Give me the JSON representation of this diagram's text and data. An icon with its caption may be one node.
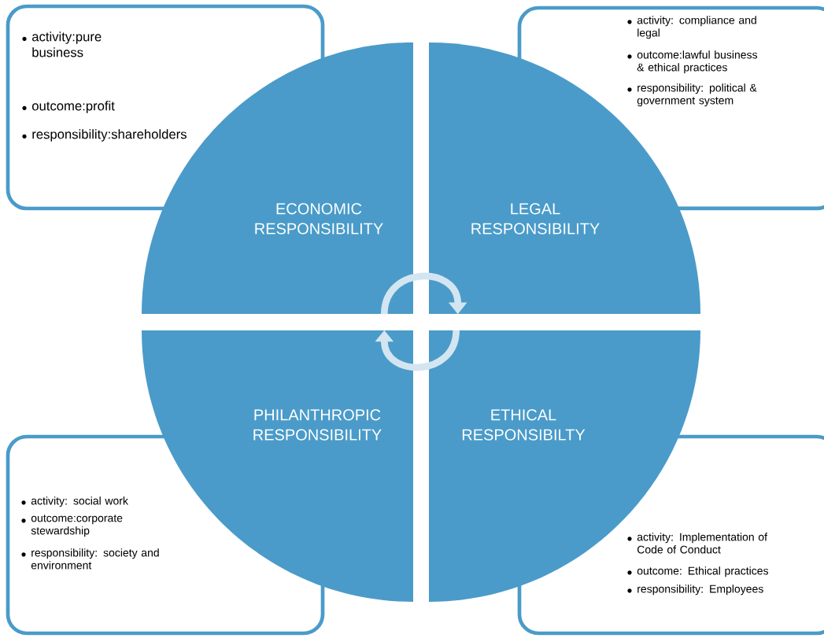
{
  "diagram": {
    "nodes": [
      {
        "text": [
          "activity:pure business",
          "outcome:profit",
          "responsibility:shareholders"
        ]
      },
      {
        "text": [
          "activity: compliance and legal",
          "outcome:lawful business & ethical practices",
          "responsibility: political & government system"
        ]
      },
      {
        "text": [
          "ECONOMIC RESPONSIBILITY"
        ]
      },
      {
        "text": [
          "LEGAL RESPONSIBILITY"
        ]
      },
      {
        "text": [
          "PHILANTHROPIC RESPONSIBILITY"
        ]
      },
      {
        "text": [
          "ETHICAL RESPONSIBILTY"
        ]
      },
      {
        "text": [
          "activity: social work",
          "outcome:corporate stewardship",
          "responsibility: society and environment"
        ]
      },
      {
        "text": [
          "activity: Implementation of Code of Conduct",
          "outcome: Ethical practices",
          "responsibility: Employees"
        ]
      }
    ],
    "edges": [
      {
        "from": 2,
        "to": 3,
        "arrow": "to"
      },
      {
        "from": 5,
        "to": 4,
        "arrow": "to"
      }
    ]
  }
}
